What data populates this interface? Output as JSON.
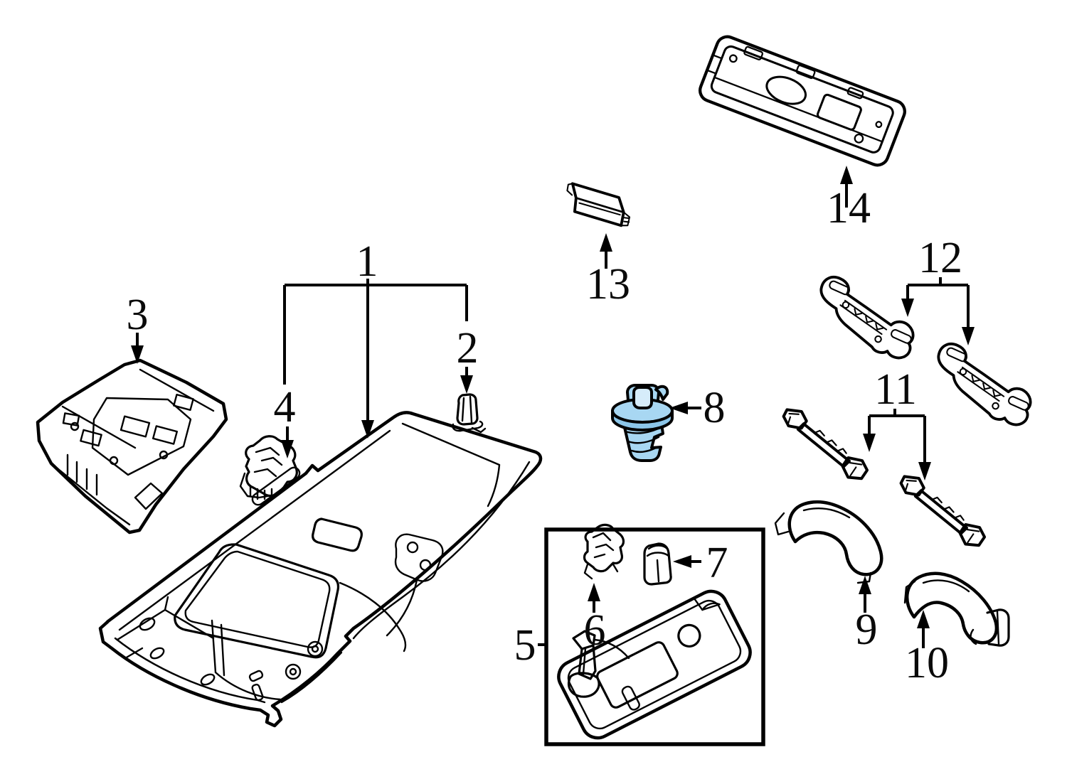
{
  "diagram": {
    "background": "#ffffff",
    "line_color": "#000000",
    "highlight_fill": "#a8d7f2",
    "highlight_shade": "#8cc6e9",
    "highlight_light": "#d6ecfa",
    "callouts": {
      "c1": "1",
      "c2": "2",
      "c3": "3",
      "c4": "4",
      "c5": "5",
      "c6": "6",
      "c7": "7",
      "c8": "8",
      "c9": "9",
      "c10": "10",
      "c11": "11",
      "c12": "12",
      "c13": "13",
      "c14": "14"
    }
  }
}
